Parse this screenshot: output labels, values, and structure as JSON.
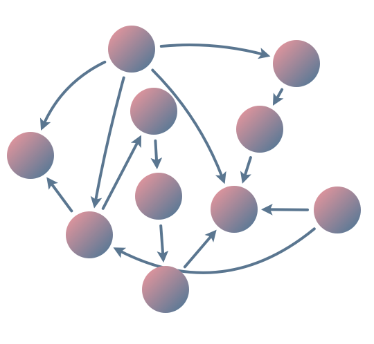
{
  "diagram": {
    "type": "directed-graph",
    "colors": {
      "edge": "#5a7690",
      "node_gradient_start": "#d8939c",
      "node_gradient_end": "#607a96"
    },
    "nodes": [
      {
        "id": "top"
      },
      {
        "id": "upper-right"
      },
      {
        "id": "far-left"
      },
      {
        "id": "center-top"
      },
      {
        "id": "right-mid"
      },
      {
        "id": "center-mid"
      },
      {
        "id": "hub"
      },
      {
        "id": "far-right"
      },
      {
        "id": "lower-left"
      },
      {
        "id": "bottom"
      }
    ],
    "edges": [
      {
        "from": "top",
        "to": "upper-right"
      },
      {
        "from": "top",
        "to": "far-left"
      },
      {
        "from": "top",
        "to": "lower-left"
      },
      {
        "from": "top",
        "to": "hub"
      },
      {
        "from": "upper-right",
        "to": "right-mid"
      },
      {
        "from": "right-mid",
        "to": "hub"
      },
      {
        "from": "center-top",
        "to": "center-mid"
      },
      {
        "from": "center-mid",
        "to": "bottom"
      },
      {
        "from": "bottom",
        "to": "hub"
      },
      {
        "from": "lower-left",
        "to": "center-top"
      },
      {
        "from": "lower-left",
        "to": "far-left"
      },
      {
        "from": "far-right",
        "to": "hub"
      },
      {
        "from": "far-right",
        "to": "lower-left"
      }
    ]
  }
}
